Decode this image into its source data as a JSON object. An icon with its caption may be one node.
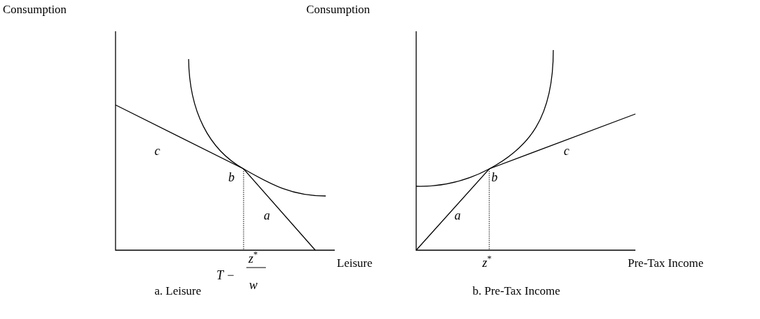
{
  "diagram": {
    "labels": [
      "Consumption",
      "Consumption",
      "c",
      "b",
      "a",
      "T −",
      "z$^{*}$",
      "w",
      "Leisure",
      "a. Leisure",
      "c",
      "b",
      "a",
      "z$^{*}$",
      "Pre-Tax Income",
      "b. Pre-Tax Income"
    ]
  }
}
